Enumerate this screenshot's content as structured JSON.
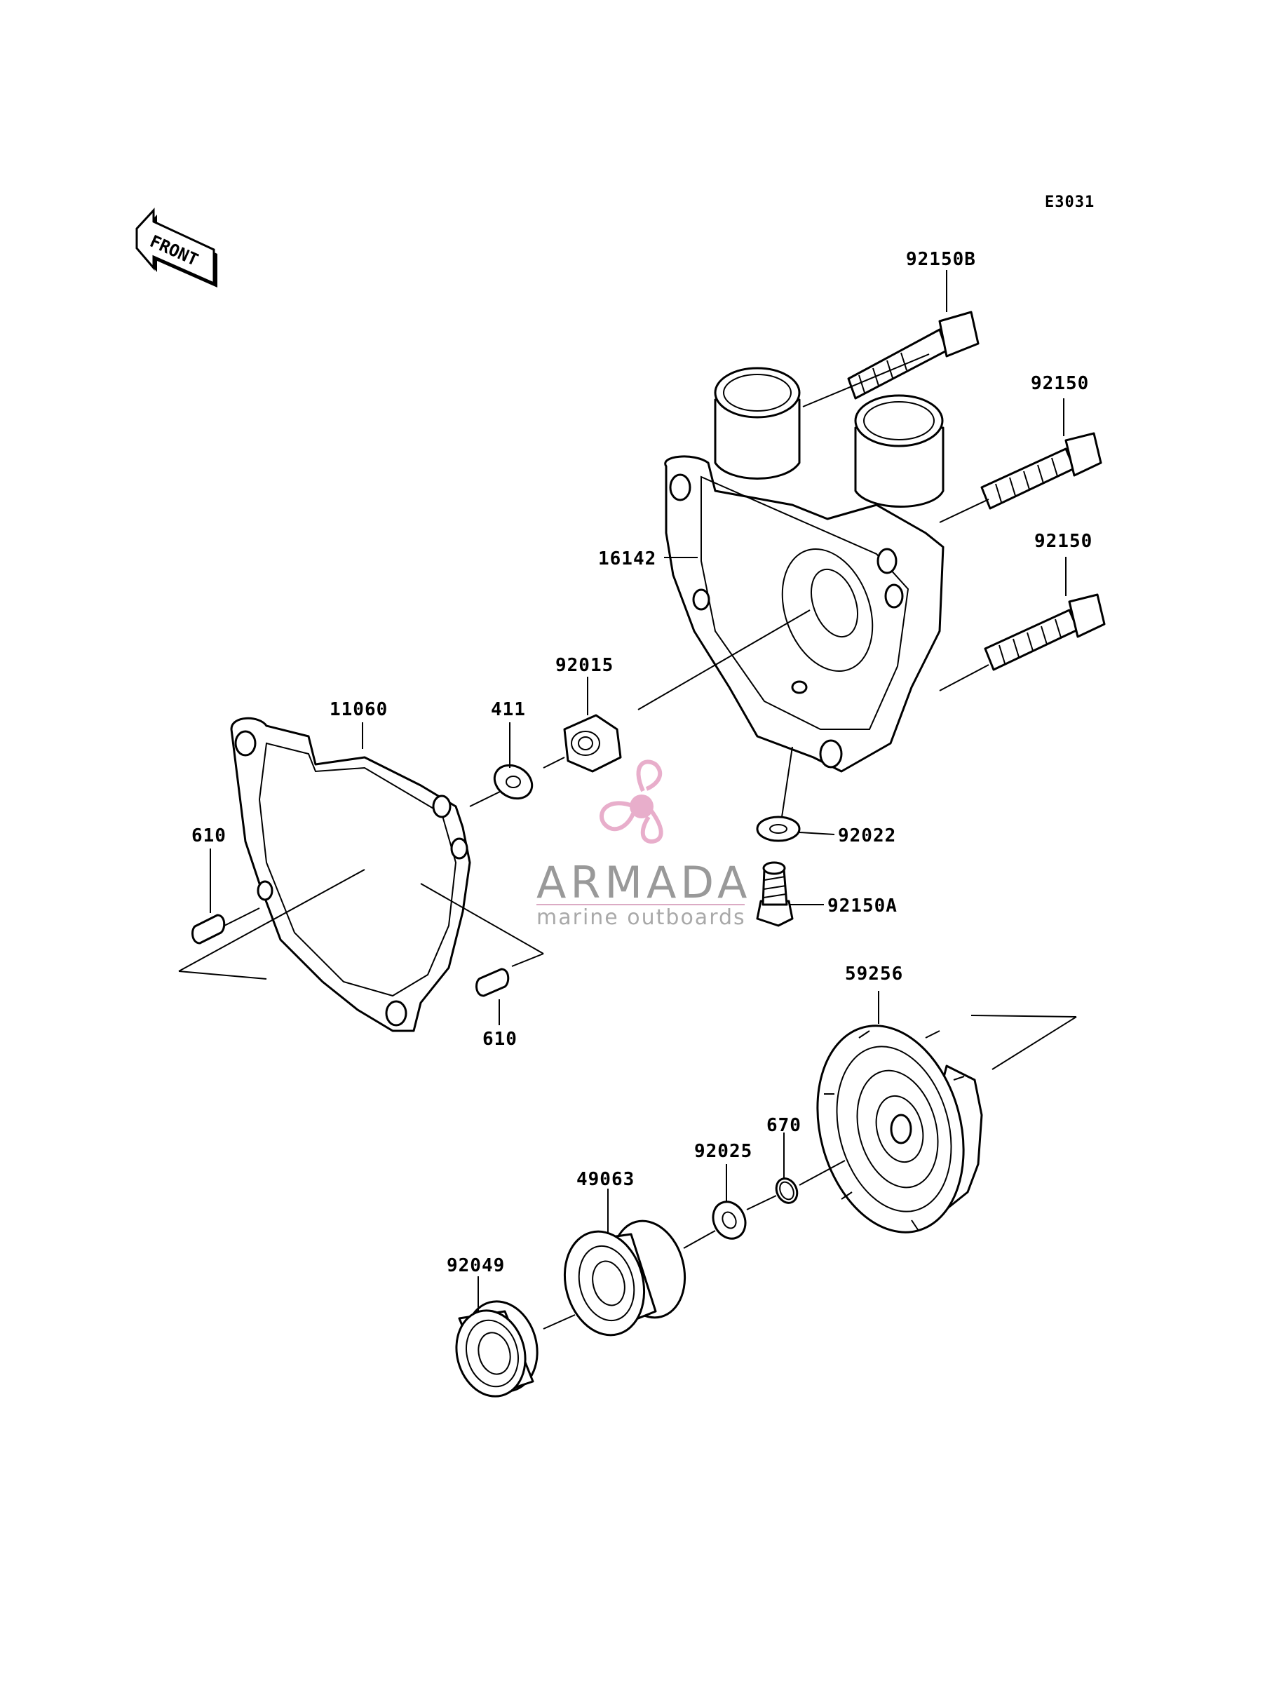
{
  "diagram_code": "E3031",
  "front_label": "FRONT",
  "watermark": {
    "brand": "ARMADA",
    "tagline": "marine outboards",
    "accent_color": "#e6a6c6"
  },
  "parts": {
    "p92150B": "92150B",
    "p92150_upper": "92150",
    "p92150_lower": "92150",
    "p16142": "16142",
    "p92015": "92015",
    "p11060": "11060",
    "p411": "411",
    "p610_left": "610",
    "p610_bottom": "610",
    "p92022": "92022",
    "p92150A": "92150A",
    "p59256": "59256",
    "p670": "670",
    "p92025": "92025",
    "p49063": "49063",
    "p92049": "92049"
  }
}
